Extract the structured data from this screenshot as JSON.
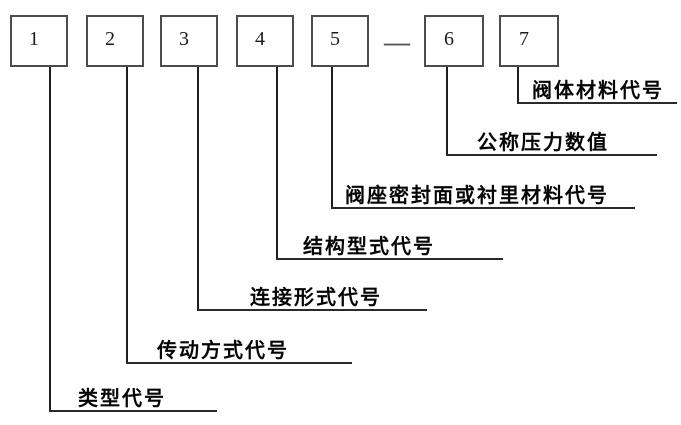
{
  "diagram": {
    "title_semantic": "valve-model-designation-code-diagram",
    "separator": "—",
    "items": [
      {
        "number": "1",
        "label": "类型代号"
      },
      {
        "number": "2",
        "label": "传动方式代号"
      },
      {
        "number": "3",
        "label": "连接形式代号"
      },
      {
        "number": "4",
        "label": "结构型式代号"
      },
      {
        "number": "5",
        "label": "阀座密封面或衬里材料代号"
      },
      {
        "number": "6",
        "label": "公称压力数值"
      },
      {
        "number": "7",
        "label": "阀体材料代号"
      }
    ],
    "colors": {
      "background": "#ffffff",
      "box_border": "#4c4c4c",
      "connector_line": "#1f1f1f",
      "underline": "#2a2a2a",
      "label_text": "#050505",
      "number_text": "#1c1c1c",
      "dash": "#5a5a5a"
    }
  }
}
